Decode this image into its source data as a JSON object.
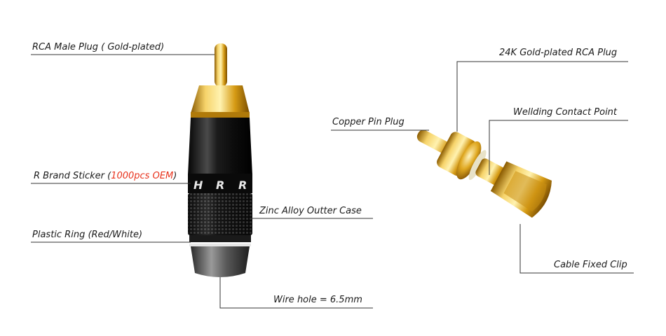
{
  "left_product": {
    "labels": {
      "rca_plug": "RCA Male Plug ( Gold-plated)",
      "brand_sticker_prefix": "R Brand Sticker (",
      "brand_sticker_highlight": "1000pcs OEM",
      "brand_sticker_suffix": ")",
      "zinc_case": "Zinc Alloy Outter Case",
      "plastic_ring": "Plastic Ring (Red/White)",
      "wire_hole": "Wire hole = 6.5mm"
    },
    "sticker_text": {
      "letter_1": "H",
      "letter_2": "R",
      "letter_3": "R"
    }
  },
  "right_product": {
    "labels": {
      "gold_plug": "24K Gold-plated RCA Plug",
      "copper_pin": "Copper Pin Plug",
      "welding_point": "Wellding Contact Point",
      "cable_clip": "Cable Fixed Clip"
    }
  },
  "colors": {
    "accent": "#e8321c",
    "gold": "#d9a21a",
    "black_body": "#151515",
    "leader_line": "#333333"
  }
}
